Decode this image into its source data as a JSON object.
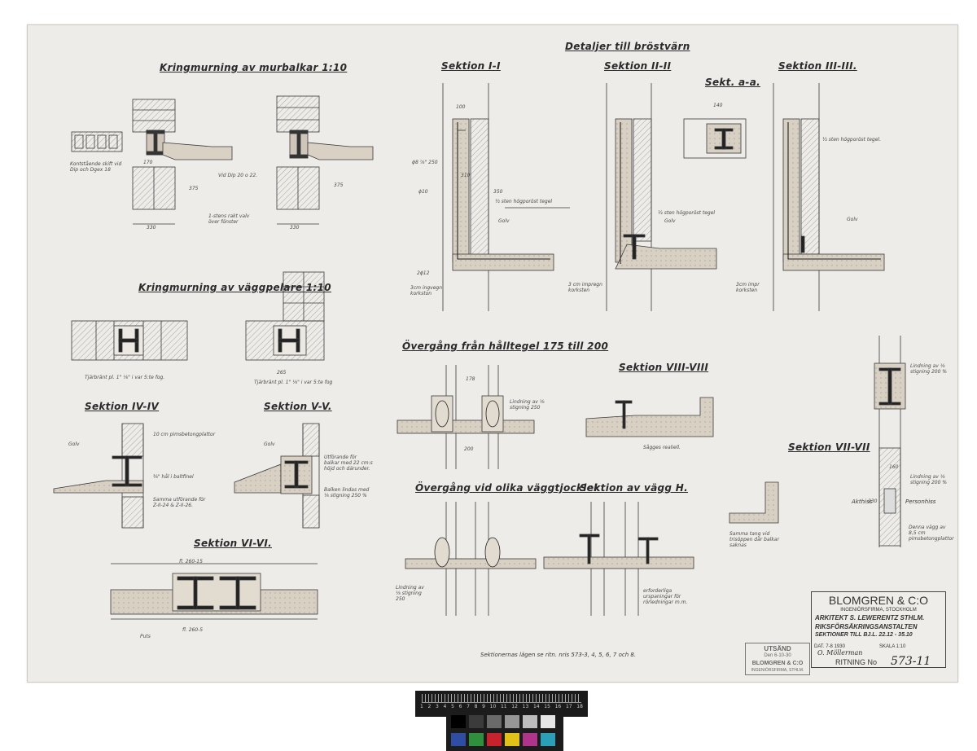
{
  "sheet": {
    "main_title": "Detaljer till bröstvärn",
    "note": "Sektionernas lägen se ritn. nris 573-3, 4, 5, 6, 7 och 8."
  },
  "sections": [
    {
      "title": "Kringmurning av murbalkar 1:10"
    },
    {
      "title": "Sektion I-I"
    },
    {
      "title": "Sektion II-II"
    },
    {
      "title": "Sekt. a-a."
    },
    {
      "title": "Sektion III-III."
    },
    {
      "title": "Kringmurning av väggpelare 1:10"
    },
    {
      "title": "Sektion IV-IV"
    },
    {
      "title": "Sektion V-V."
    },
    {
      "title": "Övergång från hålltegel 175 till 200"
    },
    {
      "title": "Sektion VIII-VIII"
    },
    {
      "title": "Sektion VII-VII"
    },
    {
      "title": "Sektion VI-VI."
    },
    {
      "title": "Övergång vid olika väggtjocklek"
    },
    {
      "title": "Sektion av vägg H."
    }
  ],
  "annotations": {
    "kontstaende": "Kontstående skift vid Dip och Dgex 18",
    "vid_dip": "Vid Dip 20 o 22.",
    "sten_rakt": "1-stens rakt valv över fönster",
    "dim_330a": "330",
    "dim_330b": "330",
    "dim_375a": "375",
    "dim_375b": "375",
    "dim_170": "170",
    "hogporost_1": "½ sten högporöst tegel",
    "hogporost_2": "½ sten högporöst tegel",
    "hogporost_3": "½ sten högporöst tegel.",
    "golv_1": "Golv",
    "golv_2": "Golv",
    "golv_3": "Golv",
    "golv_4": "Golv",
    "golv_5": "Golv",
    "korkston_1": "3cm ingvegn korkston",
    "korkston_2": "3 cm impregn korksten",
    "korkston_3": "3cm impr korksten",
    "tarnbrant_1": "Tjärbränt pl. 1\" ⅛\" i var 5:te fog.",
    "tarnbrant_2": "Tjärbränt pl. 1\" ⅛\" i var 5:te fog",
    "dim_265": "265",
    "pimsbetong": "10 cm pimsbetongplattor",
    "baltfinel": "⅜\" hål i baltfinel",
    "samma_utf": "Samma utförande för Z-II-24 & Z-II-26.",
    "utforande": "Utförande för balkar med 22 cm:s höjd och därunder.",
    "balken": "Balken lindas med ⅛ stigning 250 %",
    "lindning_1": "Lindning av ⅛ stigning 250",
    "lindning_2": "Lindning av ⅛ stigning 200 %",
    "lindning_3": "Lindning av ⅛ stigning 200 %",
    "lindning_4": "Lindning av ⅛ stigning 250",
    "sagges": "Sågges realiell.",
    "samma_tang": "Samma tang vid trisöppen där balkar saknas",
    "aktiss": "Akthiss",
    "personhiss": "Personhiss",
    "denna_vagg": "Denna vägg av 8,5 cm pimsbetongplattor",
    "erforderliga": "erforderliga urspaningar för rörledningar m.m.",
    "puts": "Puts",
    "fl_260": "fl. 260-15",
    "fl_260b": "fl. 260-5",
    "dim_350": "350",
    "dim_310": "310",
    "dim_200": "200",
    "dim_178": "178",
    "dim_160": "160",
    "dim_230": "230",
    "dim_140": "140",
    "dim_100": "100",
    "phi_8_250": "ϕ8 ⅞\" 250",
    "phi_10": "ϕ10",
    "phi_12": "2ϕ12"
  },
  "title_block": {
    "firm": "BLOMGREN & C:O",
    "firm_sub": "INGENIÖRSFIRMA, STOCKHOLM",
    "architect": "ARKITEKT S. LEWERENTZ STHLM.",
    "project": "RIKSFÖRSÄKRINGSANSTALTEN",
    "subject": "SEKTIONER TILL BJ.L. 22.12 - 35.10",
    "date_label": "DAT. 7-8 1930",
    "scale_label": "SKALA 1:10",
    "signature": "O. Möllerman",
    "drawing_no_label": "RITNING No",
    "drawing_no": "573-11"
  },
  "stamp": {
    "title": "UTSÄND",
    "date": "Den 6-10-30",
    "firm": "BLOMGREN & C:O",
    "sub": "INGENIÖRSFIRMA, STHLM."
  },
  "scale_bar": {
    "numbers": [
      "1",
      "2",
      "3",
      "4",
      "5",
      "6",
      "7",
      "8",
      "9",
      "10",
      "11",
      "12",
      "13",
      "14",
      "15",
      "16",
      "17",
      "18"
    ]
  },
  "color_card": {
    "swatches": [
      "#000000",
      "#3b3b3b",
      "#6a6a6a",
      "#969696",
      "#bdbdbd",
      "#e6e6e6",
      "#2f4ea3",
      "#2f8f3d",
      "#c8232c",
      "#e2c018",
      "#b0358a",
      "#2b9fb8"
    ]
  }
}
